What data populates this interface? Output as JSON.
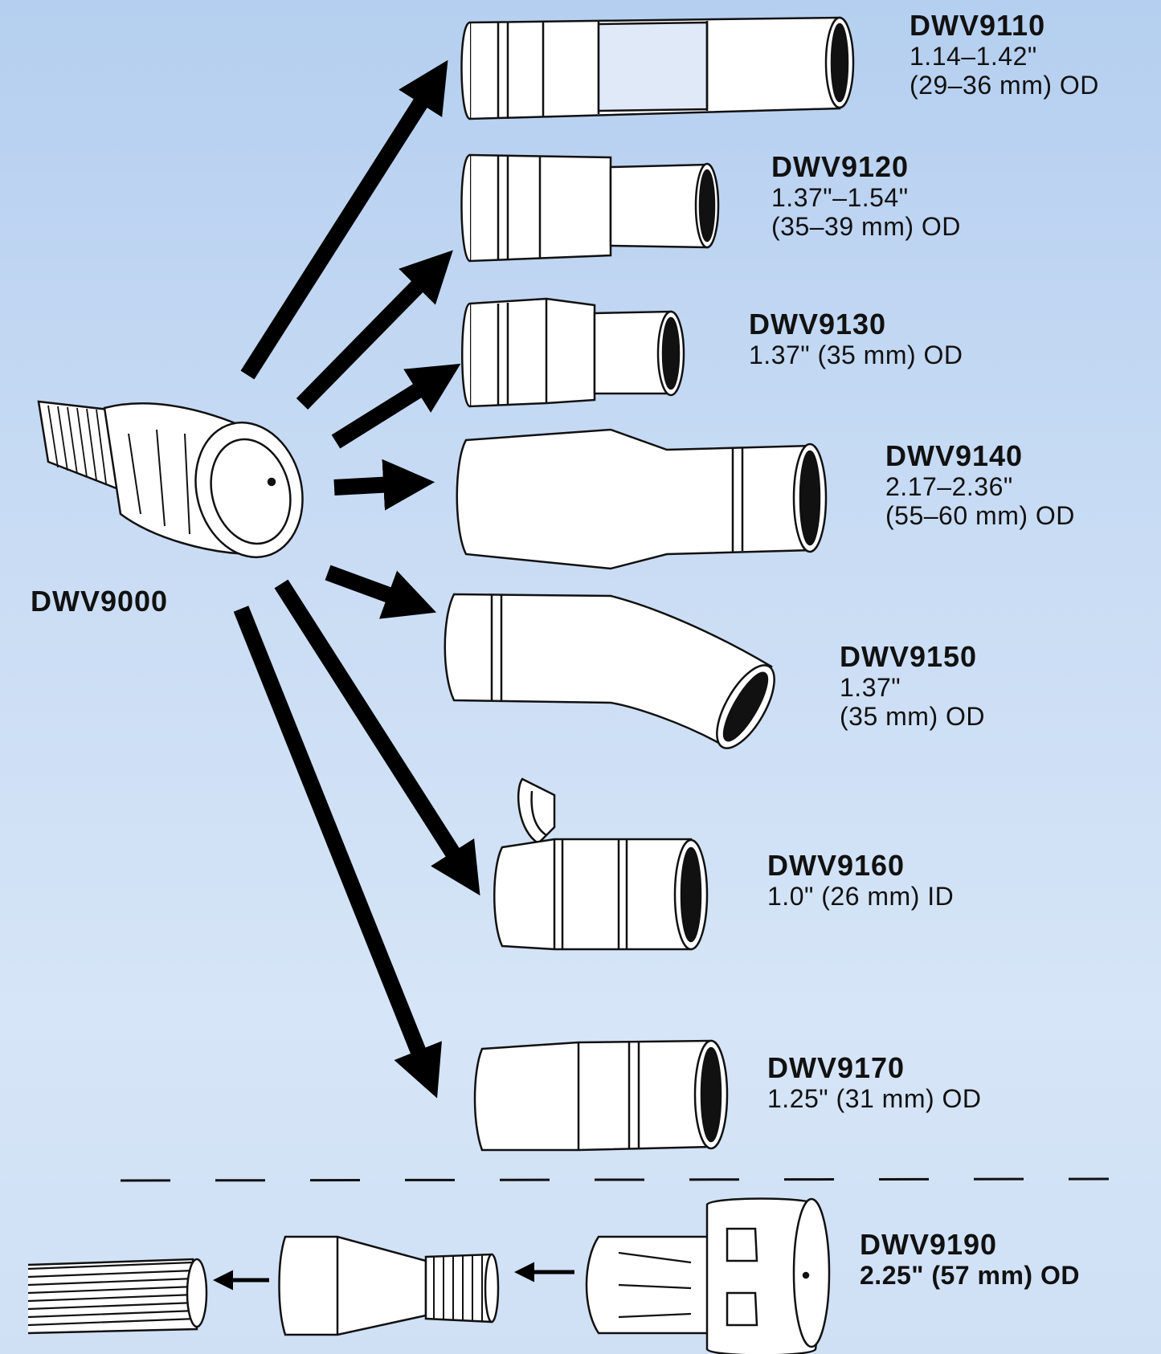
{
  "hub": {
    "code": "DWV9000"
  },
  "adapters": [
    {
      "code": "DWV9110",
      "spec_lines": [
        "1.14–1.42\"",
        "(29–36 mm) OD"
      ]
    },
    {
      "code": "DWV9120",
      "spec_lines": [
        "1.37\"–1.54\"",
        "(35–39 mm) OD"
      ]
    },
    {
      "code": "DWV9130",
      "spec_lines": [
        "1.37\" (35 mm) OD"
      ]
    },
    {
      "code": "DWV9140",
      "spec_lines": [
        "2.17–2.36\"",
        "(55–60 mm) OD"
      ]
    },
    {
      "code": "DWV9150",
      "spec_lines": [
        "1.37\"",
        "(35 mm) OD"
      ]
    },
    {
      "code": "DWV9160",
      "spec_lines": [
        "1.0\" (26 mm) ID"
      ]
    },
    {
      "code": "DWV9170",
      "spec_lines": [
        "1.25\" (31 mm) OD"
      ]
    }
  ],
  "bottom": {
    "code": "DWV9190",
    "spec_lines": [
      "2.25\" (57 mm) OD"
    ]
  },
  "colors": {
    "stroke": "#111111",
    "fill": "#ffffff",
    "arrow": "#000000"
  }
}
